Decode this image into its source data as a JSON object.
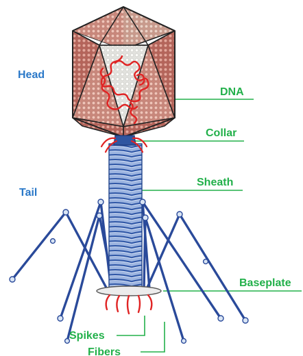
{
  "diagram": {
    "labels": {
      "head": "Head",
      "tail": "Tail",
      "dna": "DNA",
      "collar": "Collar",
      "sheath": "Sheath",
      "baseplate": "Baseplate",
      "spikes": "Spikes",
      "fibers": "Fibers"
    },
    "colors": {
      "region_label": "#2a78c8",
      "part_label": "#22b04a",
      "leader_line": "#22b04a",
      "head_rim_dark": "#b5645a",
      "head_rim_light": "#d88f82",
      "head_front": "#f0f0ee",
      "dna": "#e02424",
      "collar": "#2f55a0",
      "sheath": "#4a78c4",
      "fibers": "#2a4a9a",
      "fiber_joint": "#d8e4f4",
      "baseplate": "#ececec",
      "spikes": "#e02424",
      "outline": "#222222"
    }
  }
}
